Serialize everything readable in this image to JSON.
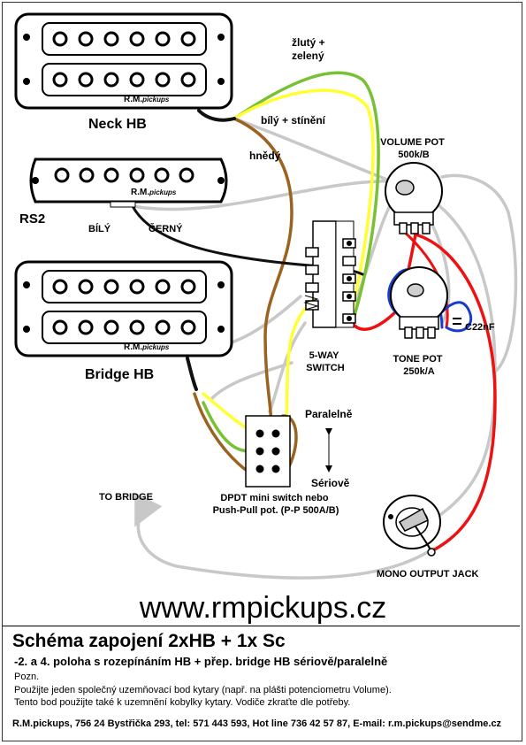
{
  "labels": {
    "neck_hb": "Neck HB",
    "rs2": "RS2",
    "bridge_hb": "Bridge HB",
    "brand": "R.M.",
    "brand_script": "pickups",
    "wire_yellow_green": [
      "žlutý +",
      "zelený"
    ],
    "wire_white_shield": "bílý + stínění",
    "wire_brown": "hnědý",
    "wire_white": "BÍLÝ",
    "wire_black": "ČERNÝ",
    "volume_pot": [
      "VOLUME POT",
      "500k/B"
    ],
    "tone_pot": [
      "TONE POT",
      "250k/A"
    ],
    "capacitor": "C22nF",
    "switch": [
      "5-WAY",
      "SWITCH"
    ],
    "parallel": "Paralelně",
    "series": "Sériově",
    "dpdt": [
      "DPDT mini switch nebo",
      "Push-Pull pot. (P-P 500A/B)"
    ],
    "to_bridge": "TO BRIDGE",
    "jack": "MONO OUTPUT JACK"
  },
  "site_url": "www.rmpickups.cz",
  "title": "Schéma zapojení 2xHB + 1x Sc",
  "subtitle": "-2. a 4. poloha s rozepínáním HB + přep. bridge HB sériově/paralelně",
  "notes": {
    "head": "Pozn.",
    "line1": "Použijte jeden společný uzemňovací bod kytary (např. na plášti potenciometru Volume).",
    "line2": "Tento bod použijte také k uzemnění kobylky kytary. Vodiče  zkraťte dle potřeby."
  },
  "footer": "R.M.pickups, 756 24 Bystřička 293, tel: 571 443 593, Hot line 736 42 57 87, E-mail: r.m.pickups@sendme.cz",
  "colors": {
    "yellow": "#ffff33",
    "green": "#77c133",
    "white_wire": "#c8c8c8",
    "brown": "#9a6420",
    "red": "#ee1111",
    "blue": "#1a3ccc",
    "black": "#111111"
  }
}
